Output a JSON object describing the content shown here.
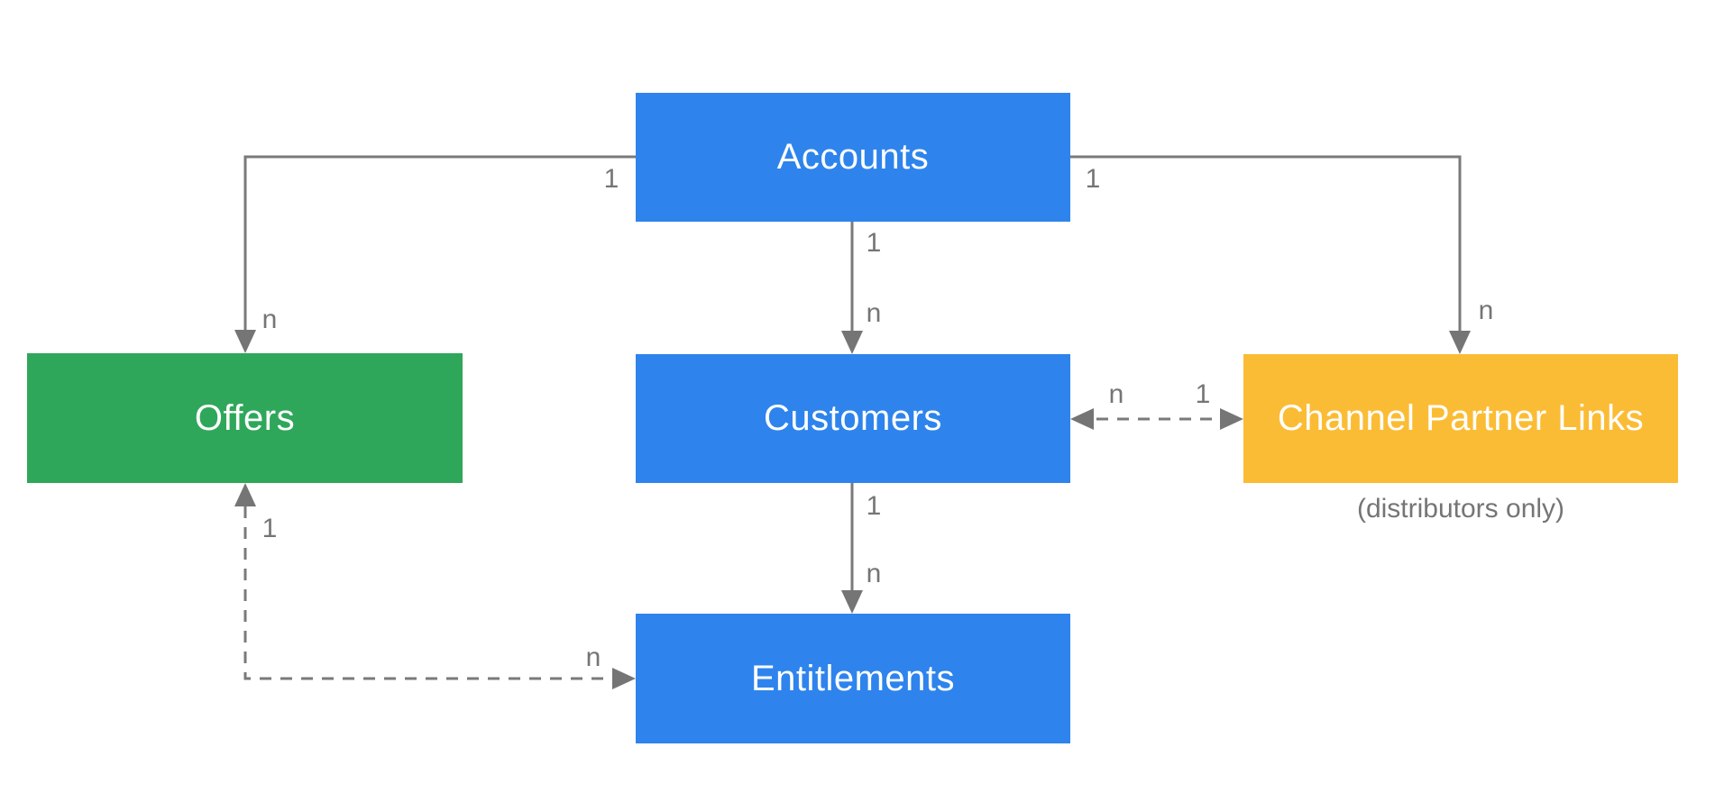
{
  "diagram": {
    "nodes": [
      {
        "id": "accounts",
        "label": "Accounts",
        "color": "#2E84EC"
      },
      {
        "id": "offers",
        "label": "Offers",
        "color": "#2FA75A"
      },
      {
        "id": "customers",
        "label": "Customers",
        "color": "#2E84EC"
      },
      {
        "id": "channel_partner_links",
        "label": "Channel Partner Links",
        "color": "#FBBC35",
        "note": "(distributors only)"
      },
      {
        "id": "entitlements",
        "label": "Entitlements",
        "color": "#2E84EC"
      }
    ],
    "edges": [
      {
        "from": "Accounts",
        "to": "Offers",
        "style": "solid",
        "bidirectional": false,
        "from_label": "1",
        "to_label": "n"
      },
      {
        "from": "Accounts",
        "to": "Customers",
        "style": "solid",
        "bidirectional": false,
        "from_label": "1",
        "to_label": "n"
      },
      {
        "from": "Accounts",
        "to": "Channel Partner Links",
        "style": "solid",
        "bidirectional": false,
        "from_label": "1",
        "to_label": "n"
      },
      {
        "from": "Customers",
        "to": "Entitlements",
        "style": "solid",
        "bidirectional": false,
        "from_label": "1",
        "to_label": "n"
      },
      {
        "from": "Customers",
        "to": "Channel Partner Links",
        "style": "dashed",
        "bidirectional": true,
        "from_label": "n",
        "to_label": "1"
      },
      {
        "from": "Offers",
        "to": "Entitlements",
        "style": "dashed",
        "bidirectional": true,
        "from_label": "1",
        "to_label": "n"
      }
    ],
    "colors": {
      "line": "#7A7A7A",
      "label_text": "#757575",
      "node_text": "#FFFFFF",
      "background": "#FFFFFF"
    }
  }
}
